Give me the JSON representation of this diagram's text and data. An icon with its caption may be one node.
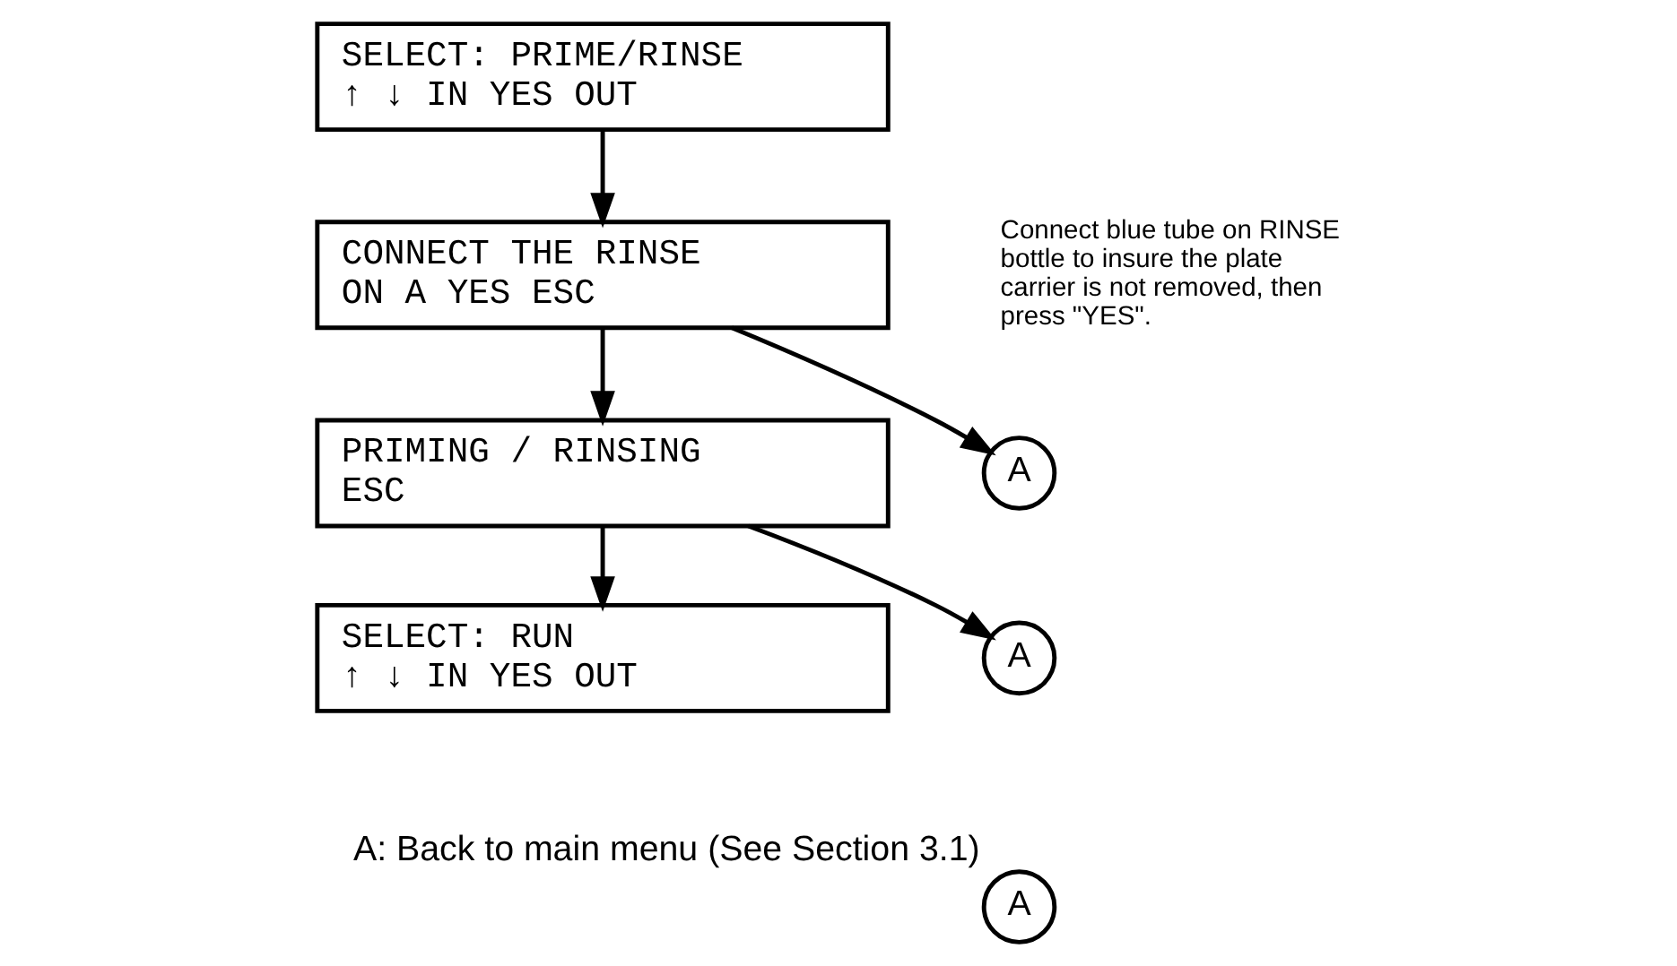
{
  "diagram": {
    "nodes": [
      {
        "text": [
          "SELECT: PRIME/RINSE",
          "↑ ↓ IN YES OUT"
        ]
      },
      {
        "text": [
          "CONNECT THE RINSE",
          "ON A YES ESC"
        ]
      },
      {
        "text": [
          "PRIMING / RINSING",
          "ESC"
        ]
      },
      {
        "text": [
          "SELECT: RUN",
          "↑ ↓ IN YES OUT"
        ]
      },
      {
        "text": [
          "A"
        ]
      },
      {
        "text": [
          "A"
        ]
      },
      {
        "text": [
          "A"
        ],
        "beside": [
          "A: Back to main menu (See Section 3.1)"
        ]
      }
    ],
    "edges": [
      {
        "from": 0,
        "to": 1,
        "arrow": "to"
      },
      {
        "from": 1,
        "to": 2,
        "arrow": "to"
      },
      {
        "from": 1,
        "to": 4,
        "arrow": "to"
      },
      {
        "from": 2,
        "to": 3,
        "arrow": "to"
      },
      {
        "from": 2,
        "to": 5,
        "arrow": "to"
      }
    ],
    "labels": [
      "Connect blue tube on RINSE bottle to insure the plate carrier is not removed, then press \"YES\"."
    ]
  }
}
